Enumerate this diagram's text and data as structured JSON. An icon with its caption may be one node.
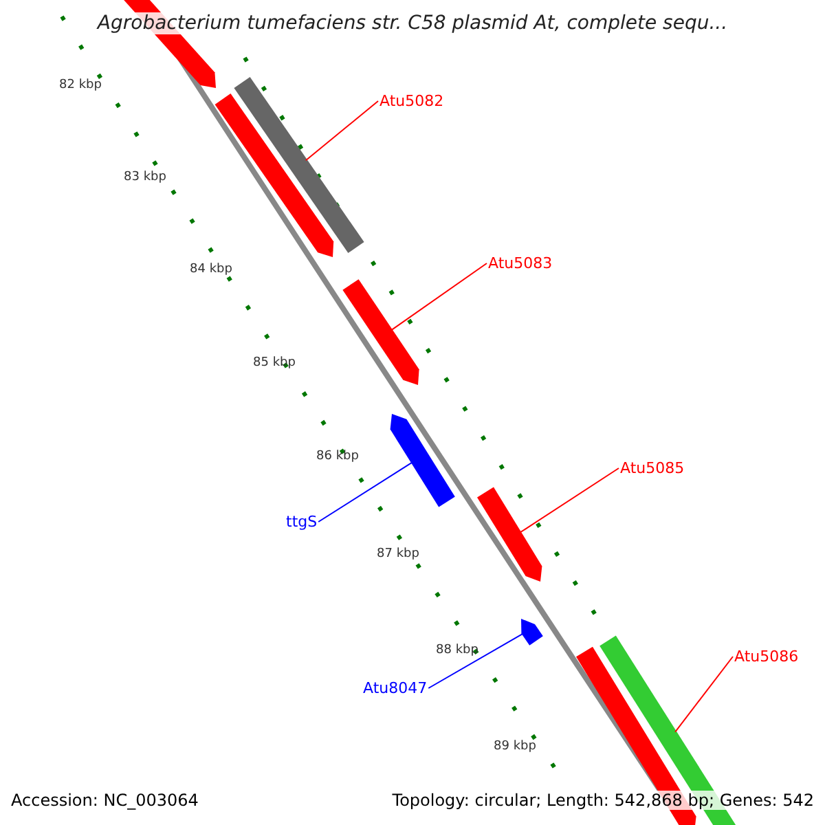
{
  "diagram": {
    "title": "Agrobacterium tumefaciens str. C58 plasmid At, complete sequ...",
    "nodes": [
      {
        "text": [],
        "shape": "arrow"
      },
      {
        "text": [],
        "shape": "arrow"
      },
      {
        "text": [],
        "shape": "bar"
      },
      {
        "text": [
          "Atu5082"
        ]
      },
      {
        "text": [],
        "shape": "arrow"
      },
      {
        "text": [
          "Atu5083"
        ]
      },
      {
        "text": [],
        "shape": "arrow"
      },
      {
        "text": [
          "ttgS"
        ]
      },
      {
        "text": [],
        "shape": "arrow"
      },
      {
        "text": [
          "Atu5085"
        ]
      },
      {
        "text": [],
        "shape": "arrow"
      },
      {
        "text": [
          "Atu8047"
        ]
      },
      {
        "text": [],
        "shape": "arrow"
      },
      {
        "text": [],
        "shape": "arrow"
      },
      {
        "text": [
          "Atu5086"
        ]
      }
    ],
    "edges": [
      {
        "from": 3,
        "to": 2,
        "arrow": "none"
      },
      {
        "from": 5,
        "to": 4,
        "arrow": "none"
      },
      {
        "from": 7,
        "to": 6,
        "arrow": "none",
        "color": "#0000ff"
      },
      {
        "from": 9,
        "to": 8,
        "arrow": "none"
      },
      {
        "from": 11,
        "to": 10,
        "arrow": "none",
        "color": "#0000ff"
      },
      {
        "from": 14,
        "to": 13,
        "arrow": "none"
      }
    ],
    "labels": [
      "82 kbp",
      "83 kbp",
      "84 kbp",
      "85 kbp",
      "86 kbp",
      "87 kbp",
      "88 kbp",
      "89 kbp",
      "Accession: NC_003064",
      "Topology: circular; Length: 542,868 bp; Genes: 542"
    ]
  }
}
